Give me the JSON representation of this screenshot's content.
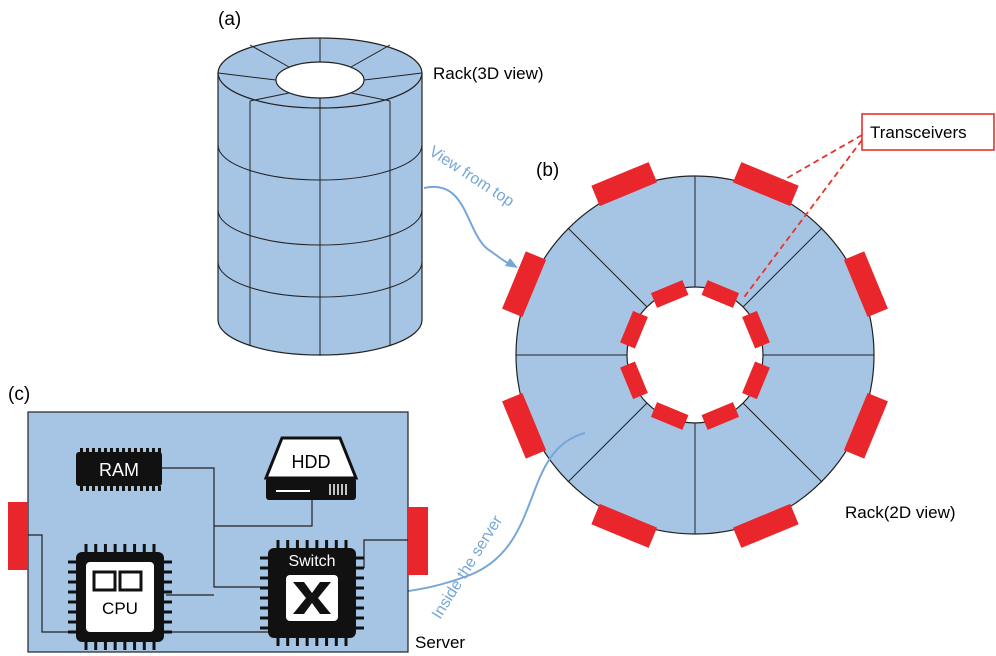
{
  "panels": {
    "a": {
      "label": "(a)",
      "caption": "Rack(3D view)"
    },
    "b": {
      "label": "(b)",
      "caption": "Rack(2D view)"
    },
    "c": {
      "label": "(c)",
      "caption": "Server"
    }
  },
  "callout": {
    "text": "Transceivers",
    "color": "#e8312b"
  },
  "arrows": {
    "top": {
      "text": "View from top"
    },
    "inside": {
      "text": "Inside the server"
    },
    "color": "#76a7d6"
  },
  "components": {
    "ram": "RAM",
    "hdd": "HDD",
    "cpu": "CPU",
    "switch": "Switch"
  },
  "colors": {
    "rack_fill": "#a6c5e5",
    "transceiver": "#e8262b",
    "line": "#222222",
    "chip": "#111111"
  }
}
